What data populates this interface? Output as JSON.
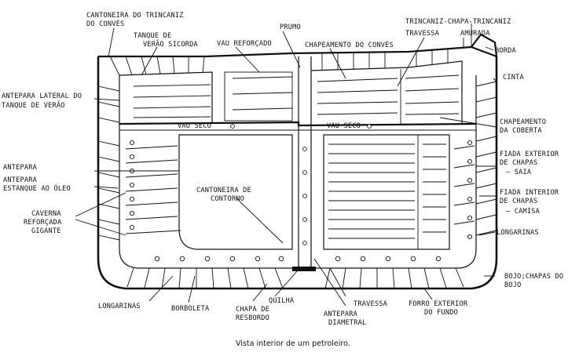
{
  "caption": "Vista interior de um petroleiro.",
  "labels": {
    "cantoneira_trincaniz": [
      "CANTONEIRA DO TRINCANIZ",
      "DO CONVÉS"
    ],
    "tanque_verao": [
      "TANQUE DE",
      "VERÃO SICORDA"
    ],
    "vau_reforcado": "VAU REFORÇADO",
    "prumo": "PRUMO",
    "chapeamento_conves": "CHAPEAMENTO DO CONVÉS",
    "trincaniz": "TRINCANIZ-CHAPA-TRINCANIZ",
    "travessa_top": "TRAVESSA",
    "amurada": "AMURADA",
    "borda": "BORDA",
    "cinta": "CINTA",
    "antepara_lateral": [
      "ANTEPARA LATERAL DO",
      "TANQUE DE VERÃO"
    ],
    "vau_seco_left": "VAU  SECO",
    "vau_seco_right": "VAU  SECO",
    "chapeamento_coberta": [
      "CHAPEAMENTO",
      "DA COBERTA"
    ],
    "antepara": "ANTEPARA",
    "antepara_estanque": [
      "ANTEPARA",
      "ESTANQUE AO ÓLEO"
    ],
    "fiada_exterior": [
      "FIADA EXTERIOR",
      "DE CHAPAS"
    ],
    "saia": "SAIA",
    "cantoneira_contorno": [
      "CANTONEIRA DE",
      "CONTORNO"
    ],
    "fiada_interior": [
      "FIADA INTERIOR",
      "DE CHAPAS"
    ],
    "camisa": "CAMISA",
    "caverna": [
      "CAVERNA",
      "REFORÇADA",
      "GIGANTE"
    ],
    "longarinas_right": "LONGARINAS",
    "bojo": [
      "BOJO;CHAPAS DO",
      "BOJO"
    ],
    "longarinas_left": "LONGARINAS",
    "borboleta": "BORBOLETA",
    "chapa_resbordo": [
      "CHAPA DE",
      "RESBORDO"
    ],
    "quilha": "QUILHA",
    "travessa_bottom": "TRAVESSA",
    "antepara_diametral": [
      "ANTEPARA",
      "DIAMETRAL"
    ],
    "forro_exterior": [
      "FORRO EXTERIOR",
      "DO FUNDO"
    ]
  }
}
